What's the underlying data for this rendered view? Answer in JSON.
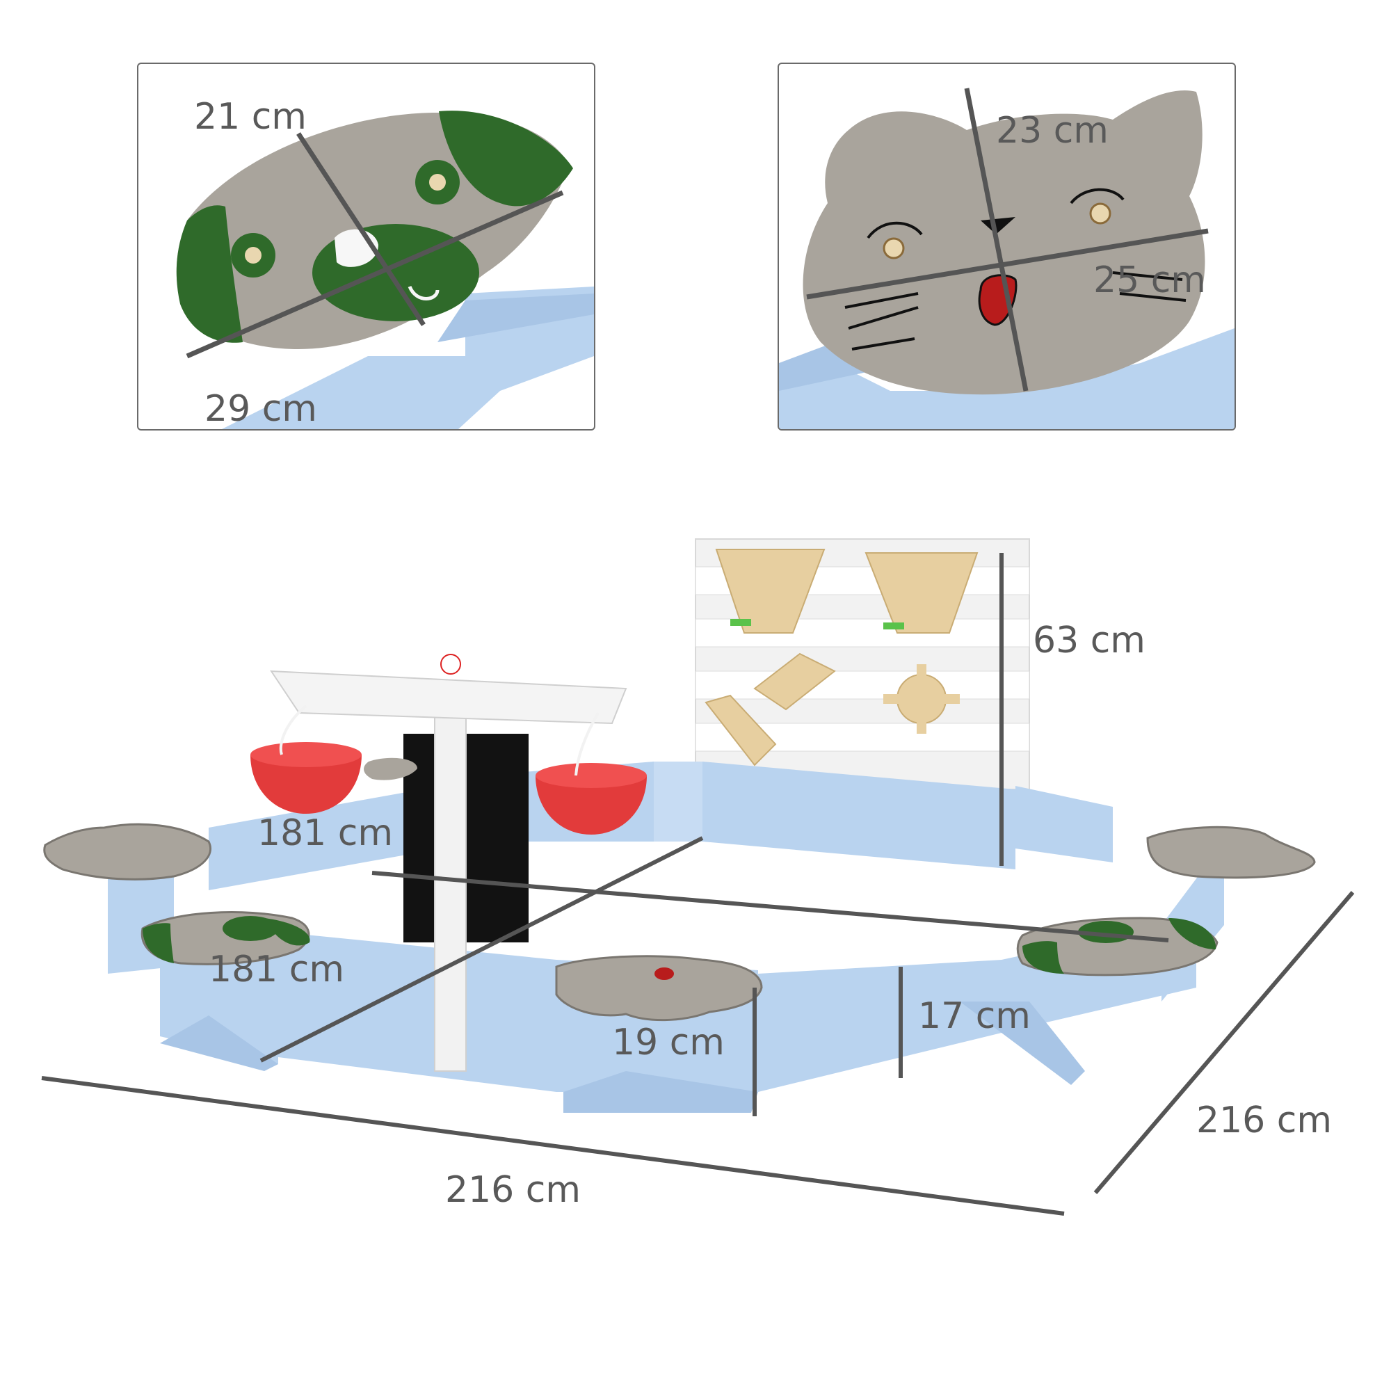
{
  "colors": {
    "seat_wood": "#a9a49c",
    "dog_green": "#2f6a2a",
    "frame_blue": "#b9d3ef",
    "board_white": "#f2f2f2",
    "bucket_red": "#e23b3b",
    "chalk_black": "#121212",
    "measure_line": "#555555",
    "light_wood": "#e7cfa0"
  },
  "icons": {
    "dog_seat": "dog-face-seat-icon",
    "cat_seat": "cat-face-seat-icon"
  },
  "dog_inset": {
    "width_label": "21 cm",
    "length_label": "29 cm"
  },
  "cat_inset": {
    "height_label": "23 cm",
    "width_label": "25 cm"
  },
  "sandpit": {
    "wall_height_label": "63 cm",
    "inner_diagonal_1_label": "181 cm",
    "inner_diagonal_2_label": "181 cm",
    "seat_height_label": "19 cm",
    "side_height_label": "17 cm",
    "front_width_label": "216 cm",
    "side_depth_label": "216 cm"
  }
}
